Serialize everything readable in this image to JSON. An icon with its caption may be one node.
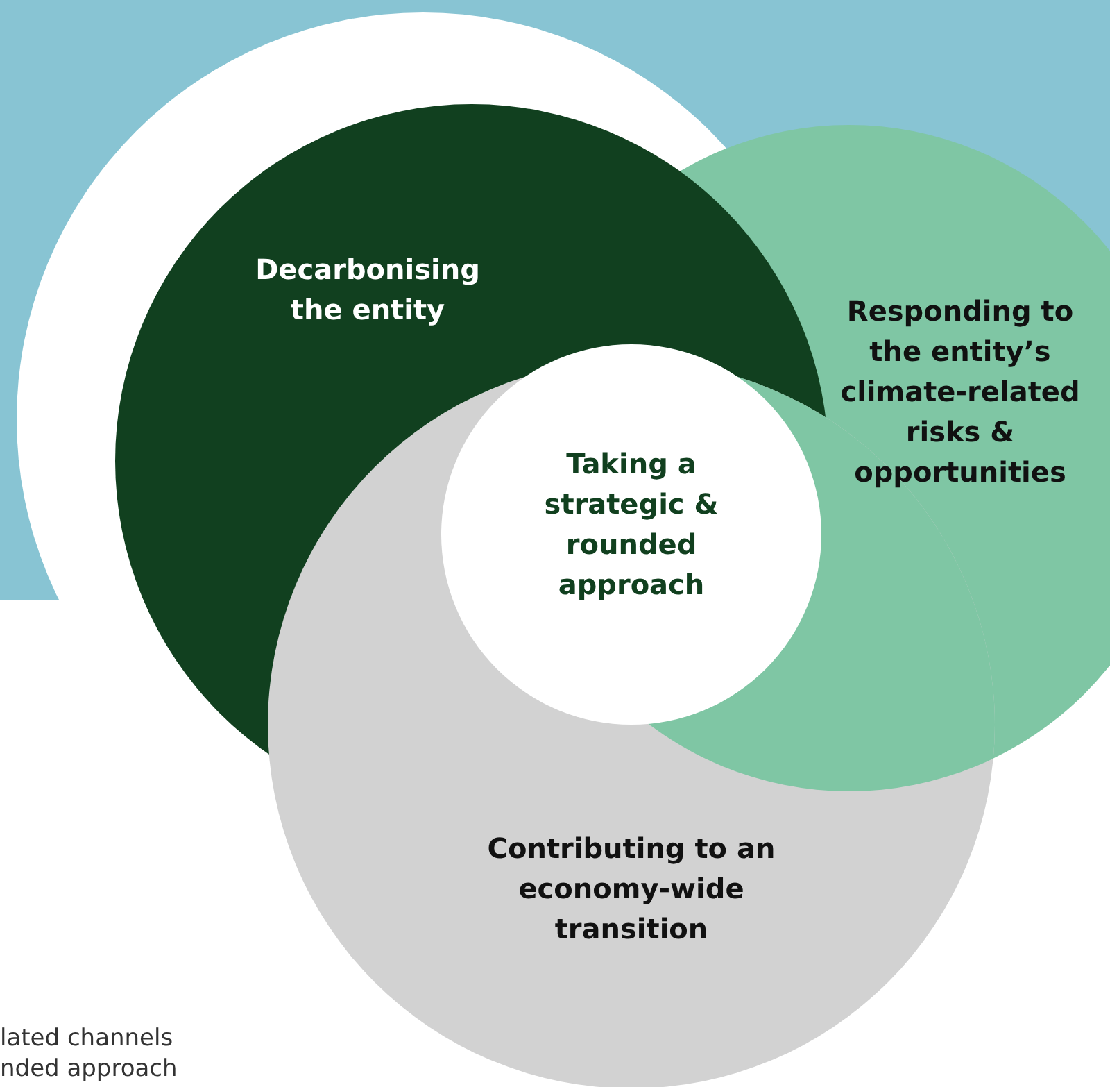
{
  "diagram": {
    "nodes": [
      {
        "text": [
          "Decarbonising the entity"
        ]
      },
      {
        "text": [
          "Responding to the entity’s climate-related risks & opportunities"
        ]
      },
      {
        "text": [
          "Contributing to an economy-wide transition"
        ]
      },
      {
        "text": [
          "Taking a strategic & rounded approach"
        ]
      }
    ],
    "labels": [
      "lated channels",
      "nded approach"
    ]
  }
}
